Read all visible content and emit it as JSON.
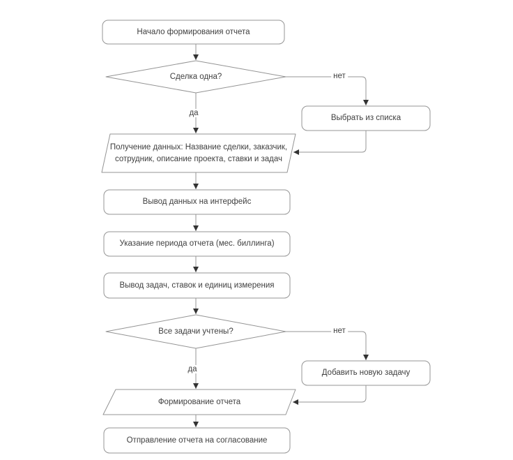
{
  "colors": {
    "background": "#ffffff",
    "shape_fill": "#ffffff",
    "shape_stroke": "#949494",
    "connector": "#949494",
    "arrowhead": "#333333",
    "text": "#404040"
  },
  "flowchart": {
    "nodes": [
      {
        "id": "start",
        "shape": "rounded-rectangle",
        "label": "Начало формирования отчета"
      },
      {
        "id": "deal-single-decision",
        "shape": "diamond",
        "label": "Сделка одна?"
      },
      {
        "id": "choose-from-list",
        "shape": "rounded-rectangle",
        "label": "Выбрать из списка"
      },
      {
        "id": "get-data",
        "shape": "parallelogram",
        "label": "Получение  данных: Название сделки, заказчик,\nсотрудник, описание проекта, ставки и задач"
      },
      {
        "id": "output-data-to-interface",
        "shape": "rectangle",
        "label": "Вывод данных на интерфейс"
      },
      {
        "id": "set-report-period",
        "shape": "rectangle",
        "label": "Указание периода отчета (мес. биллинга)"
      },
      {
        "id": "output-tasks-rates-units",
        "shape": "rectangle",
        "label": "Вывод задач, ставок и единиц измерения"
      },
      {
        "id": "all-tasks-decision",
        "shape": "diamond",
        "label": "Все задачи учтены?"
      },
      {
        "id": "add-new-task",
        "shape": "rounded-rectangle",
        "label": "Добавить новую задачу"
      },
      {
        "id": "form-report",
        "shape": "parallelogram",
        "label": "Формирование отчета"
      },
      {
        "id": "send-report-for-approval",
        "shape": "rectangle",
        "label": "Отправление отчета на согласование"
      }
    ],
    "edge_labels": [
      {
        "id": "no-1",
        "label": "нет"
      },
      {
        "id": "yes-1",
        "label": "да"
      },
      {
        "id": "no-2",
        "label": "нет"
      },
      {
        "id": "yes-2",
        "label": "да"
      }
    ]
  }
}
